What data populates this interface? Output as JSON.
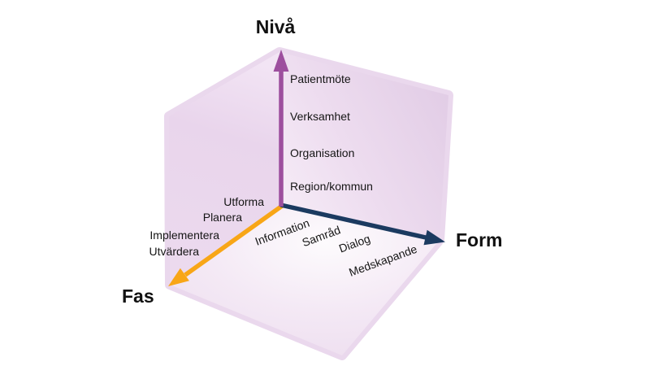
{
  "axes": {
    "niva": {
      "title": "Nivå",
      "color": "#9d4f9e",
      "labels": [
        "Patientmöte",
        "Verksamhet",
        "Organisation",
        "Region/kommun"
      ]
    },
    "form": {
      "title": "Form",
      "color": "#1b3a60",
      "labels": [
        "Information",
        "Samråd",
        "Dialog",
        "Medskapande"
      ]
    },
    "fas": {
      "title": "Fas",
      "color": "#f8a617",
      "labels": [
        "Utforma",
        "Planera",
        "Implementera",
        "Utvärdera"
      ]
    }
  },
  "cube": {
    "base_color": "#ead8ed",
    "face_left_color": "#e9d5ec",
    "face_right_color": "#e5d1e8",
    "face_bottom_color": "#f6edf7",
    "highlight_color": "#fdfafd",
    "text_color": "#111111"
  }
}
